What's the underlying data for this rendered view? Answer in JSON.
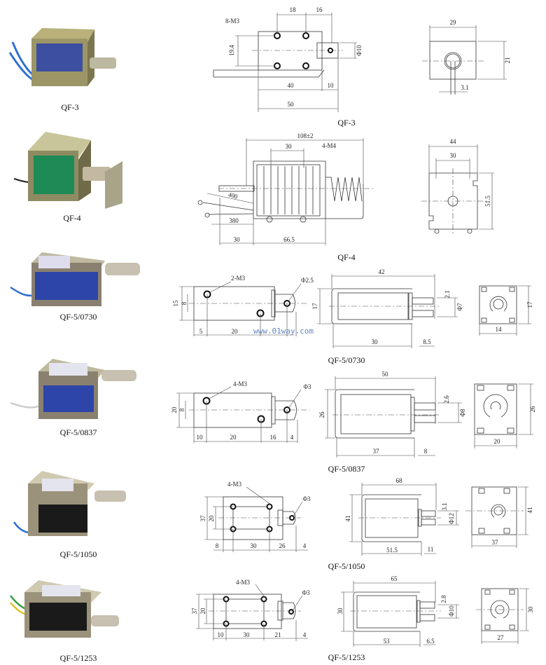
{
  "products": [
    {
      "model": "QF-3",
      "dims": {
        "holes": "8-M3",
        "a": "18",
        "b": "16",
        "h": "19.4",
        "dia": "Φ10",
        "l1": "40",
        "l2": "10",
        "len": "50",
        "w": "29",
        "ht": "21",
        "slot": "3.1"
      }
    },
    {
      "model": "QF-4",
      "dims": {
        "len": "108±2",
        "a": "30",
        "holes": "4-M4",
        "wire1": "400",
        "wire2": "380",
        "l1": "30",
        "l2": "66.5",
        "w": "44",
        "w2": "30",
        "ht": "51.5"
      }
    },
    {
      "model": "QF-5/0730",
      "dims": {
        "holes": "2-M3",
        "dia_pin": "Φ2.5",
        "h": "15",
        "h2": "8",
        "l1": "5",
        "l2": "20",
        "len": "42",
        "h3": "17",
        "gap": "2.1",
        "dia": "Φ7",
        "body": "30",
        "stroke": "8.5",
        "ht": "17",
        "w": "14"
      }
    },
    {
      "model": "QF-5/0837",
      "dims": {
        "holes": "4-M3",
        "dia_pin": "Φ3",
        "h": "20",
        "h2": "8",
        "l1": "10",
        "l2": "20",
        "l3": "16",
        "l4": "4",
        "len": "50",
        "h3": "26",
        "gap": "2.6",
        "dia": "Φ8",
        "body": "37",
        "stroke": "8",
        "ht": "26",
        "w": "20"
      }
    },
    {
      "model": "QF-5/1050",
      "dims": {
        "holes": "4-M3",
        "dia_pin": "Φ3",
        "h": "37",
        "h2": "20",
        "l1": "8",
        "l2": "30",
        "l3": "26",
        "l4": "4",
        "len": "68",
        "h3": "41",
        "gap": "3.1",
        "dia": "Φ12",
        "body": "51.5",
        "stroke": "11",
        "ht": "41",
        "w": "37"
      }
    },
    {
      "model": "QF-5/1253",
      "dims": {
        "holes": "4-M3",
        "dia_pin": "Φ3",
        "h": "37",
        "h2": "20",
        "l1": "10",
        "l2": "30",
        "l3": "21",
        "l4": "4",
        "len": "65",
        "h3": "30",
        "gap": "2.8",
        "dia": "Φ10",
        "body": "53",
        "stroke": "6.5",
        "ht": "30",
        "w": "27"
      }
    }
  ],
  "watermark": "www.01way.com"
}
